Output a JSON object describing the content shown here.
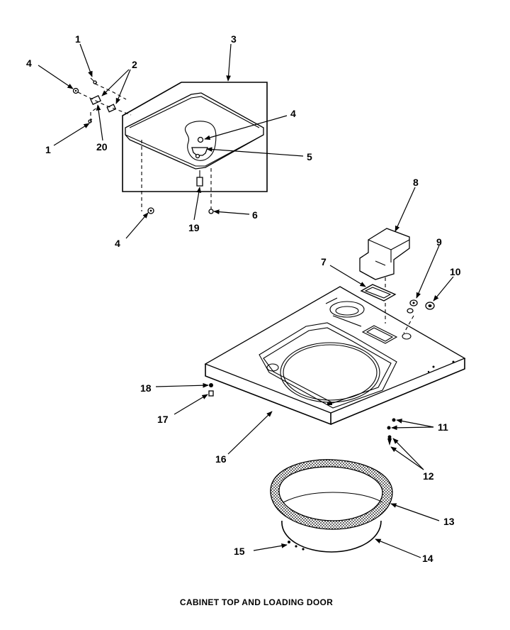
{
  "title": "CABINET TOP AND LOADING DOOR",
  "callouts": {
    "c1a": "1",
    "c1b": "1",
    "c2": "2",
    "c3": "3",
    "c4a": "4",
    "c4b": "4",
    "c4c": "4",
    "c5": "5",
    "c6": "6",
    "c7": "7",
    "c8": "8",
    "c9": "9",
    "c10": "10",
    "c11": "11",
    "c12": "12",
    "c13": "13",
    "c14": "14",
    "c15": "15",
    "c16": "16",
    "c17": "17",
    "c18": "18",
    "c19": "19",
    "c20": "20"
  }
}
